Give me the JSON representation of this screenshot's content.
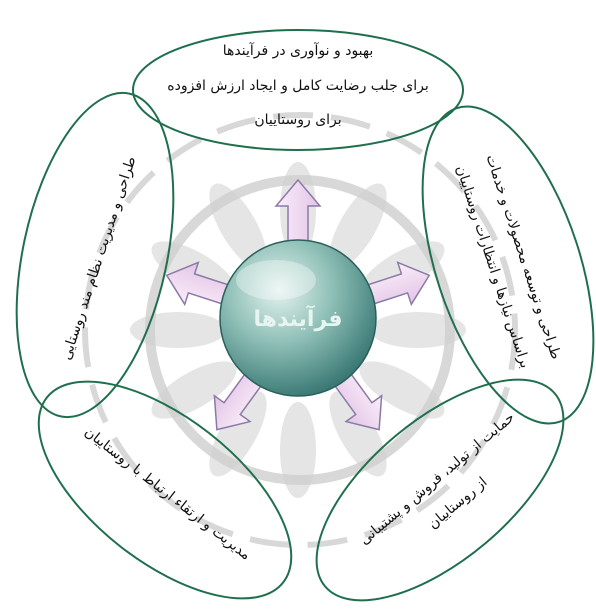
{
  "center": {
    "label": "فرآیندها"
  },
  "nodes": [
    {
      "id": "top",
      "lines": [
        "بهبود و نوآوری در فرآیندها",
        "برای جلب رضایت کامل و ایجاد ارزش افزوده",
        "برای روستاییان"
      ]
    },
    {
      "id": "right",
      "lines": [
        "طراحی و توسعه محصولات و خدمات",
        "براساس نیازها و انتظارات روستاییان"
      ]
    },
    {
      "id": "bottom-right",
      "lines": [
        "حمایت از تولید، فروش و پشتیبانی",
        "از روستاییان"
      ]
    },
    {
      "id": "bottom-left",
      "lines": [
        "مدیریت و ارتقاء ارتباط با روستاییان"
      ]
    },
    {
      "id": "left",
      "lines": [
        "طراحی و مدیریت نظام مند روستایی"
      ]
    }
  ],
  "colors": {
    "sphere_light": "#d6ebe6",
    "sphere_dark": "#2f6f6b",
    "arrow_fill": "#f0d6ee",
    "arrow_stroke": "#8a7aa8",
    "ellipse_stroke": "#1f6f4d",
    "watermark": "#c8c8c8"
  }
}
